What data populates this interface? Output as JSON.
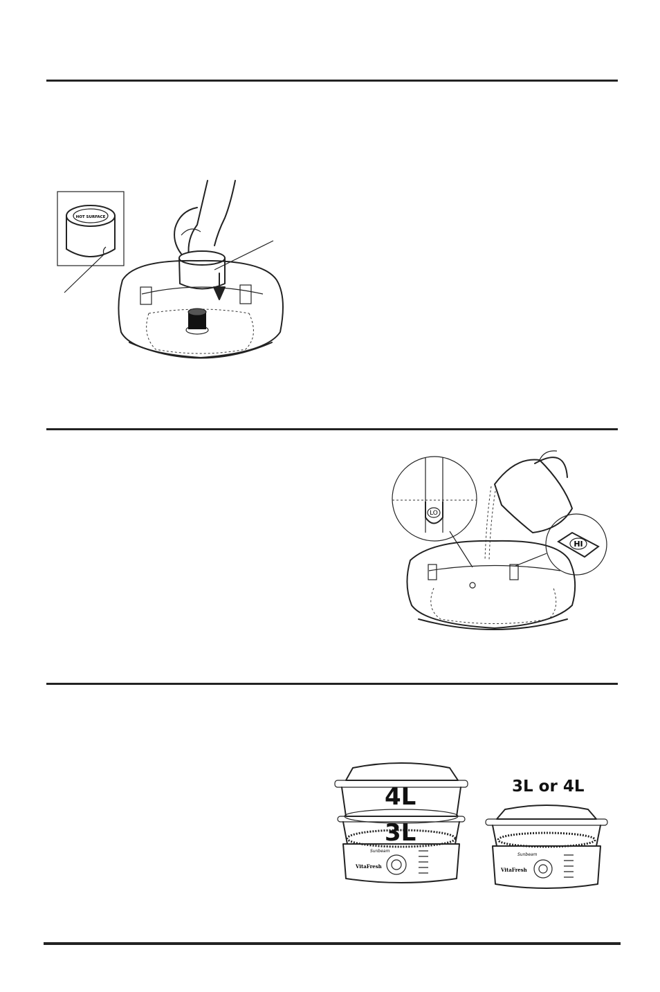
{
  "figure_labels": {
    "hot_surface": "HOT SURFACE",
    "lo_marker": "LO",
    "hi_marker": "HI",
    "brand": "Sunbeam",
    "product": "VitaFresh",
    "two_tier_top": "4L",
    "two_tier_bottom": "3L",
    "single_tier": "3L or 4L"
  }
}
